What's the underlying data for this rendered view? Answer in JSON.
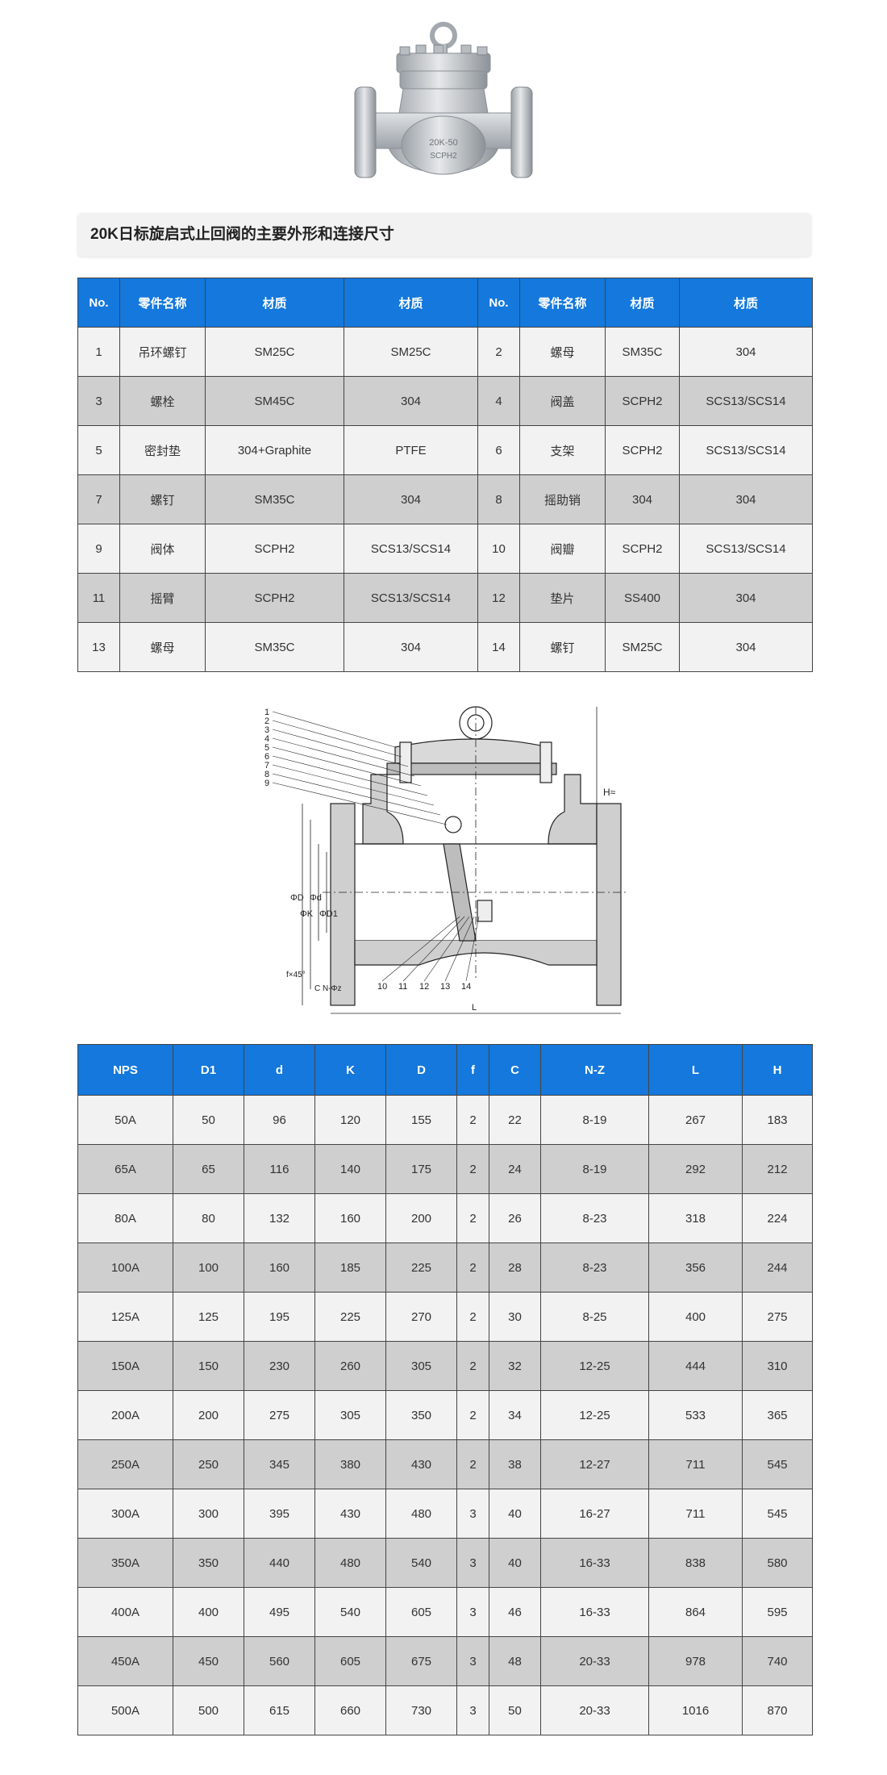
{
  "title": "20K日标旋启式止回阀的主要外形和连接尺寸",
  "photo": {
    "cast_marks": [
      "20K-50",
      "SCPH2"
    ]
  },
  "parts_table": {
    "headers": [
      "No.",
      "零件名称",
      "材质",
      "材质",
      "No.",
      "零件名称",
      "材质",
      "材质"
    ],
    "rows": [
      [
        "1",
        "吊环螺钉",
        "SM25C",
        "SM25C",
        "2",
        "螺母",
        "SM35C",
        "304"
      ],
      [
        "3",
        "螺栓",
        "SM45C",
        "304",
        "4",
        "阀盖",
        "SCPH2",
        "SCS13/SCS14"
      ],
      [
        "5",
        "密封垫",
        "304+Graphite",
        "PTFE",
        "6",
        "支架",
        "SCPH2",
        "SCS13/SCS14"
      ],
      [
        "7",
        "螺钉",
        "SM35C",
        "304",
        "8",
        "摇助销",
        "304",
        "304"
      ],
      [
        "9",
        "阀体",
        "SCPH2",
        "SCS13/SCS14",
        "10",
        "阀瓣",
        "SCPH2",
        "SCS13/SCS14"
      ],
      [
        "11",
        "摇臂",
        "SCPH2",
        "SCS13/SCS14",
        "12",
        "垫片",
        "SS400",
        "304"
      ],
      [
        "13",
        "螺母",
        "SM35C",
        "304",
        "14",
        "螺钉",
        "SM25C",
        "304"
      ]
    ]
  },
  "drawing": {
    "callouts_left": [
      "1",
      "2",
      "3",
      "4",
      "5",
      "6",
      "7",
      "8",
      "9"
    ],
    "callouts_bottom": [
      "10",
      "11",
      "12",
      "13",
      "14"
    ],
    "dim_labels": {
      "h": "H≈",
      "D": "ΦD",
      "K": "ΦK",
      "d": "Φd",
      "D1": "ΦD1",
      "f": "f×45°",
      "C": "C",
      "NZ": "N-Φz",
      "L": "L"
    }
  },
  "dims_table": {
    "headers": [
      "NPS",
      "D1",
      "d",
      "K",
      "D",
      "f",
      "C",
      "N-Z",
      "L",
      "H"
    ],
    "rows": [
      [
        "50A",
        "50",
        "96",
        "120",
        "155",
        "2",
        "22",
        "8-19",
        "267",
        "183"
      ],
      [
        "65A",
        "65",
        "116",
        "140",
        "175",
        "2",
        "24",
        "8-19",
        "292",
        "212"
      ],
      [
        "80A",
        "80",
        "132",
        "160",
        "200",
        "2",
        "26",
        "8-23",
        "318",
        "224"
      ],
      [
        "100A",
        "100",
        "160",
        "185",
        "225",
        "2",
        "28",
        "8-23",
        "356",
        "244"
      ],
      [
        "125A",
        "125",
        "195",
        "225",
        "270",
        "2",
        "30",
        "8-25",
        "400",
        "275"
      ],
      [
        "150A",
        "150",
        "230",
        "260",
        "305",
        "2",
        "32",
        "12-25",
        "444",
        "310"
      ],
      [
        "200A",
        "200",
        "275",
        "305",
        "350",
        "2",
        "34",
        "12-25",
        "533",
        "365"
      ],
      [
        "250A",
        "250",
        "345",
        "380",
        "430",
        "2",
        "38",
        "12-27",
        "711",
        "545"
      ],
      [
        "300A",
        "300",
        "395",
        "430",
        "480",
        "3",
        "40",
        "16-27",
        "711",
        "545"
      ],
      [
        "350A",
        "350",
        "440",
        "480",
        "540",
        "3",
        "40",
        "16-33",
        "838",
        "580"
      ],
      [
        "400A",
        "400",
        "495",
        "540",
        "605",
        "3",
        "46",
        "16-33",
        "864",
        "595"
      ],
      [
        "450A",
        "450",
        "560",
        "605",
        "675",
        "3",
        "48",
        "20-33",
        "978",
        "740"
      ],
      [
        "500A",
        "500",
        "615",
        "660",
        "730",
        "3",
        "50",
        "20-33",
        "1016",
        "870"
      ]
    ]
  }
}
